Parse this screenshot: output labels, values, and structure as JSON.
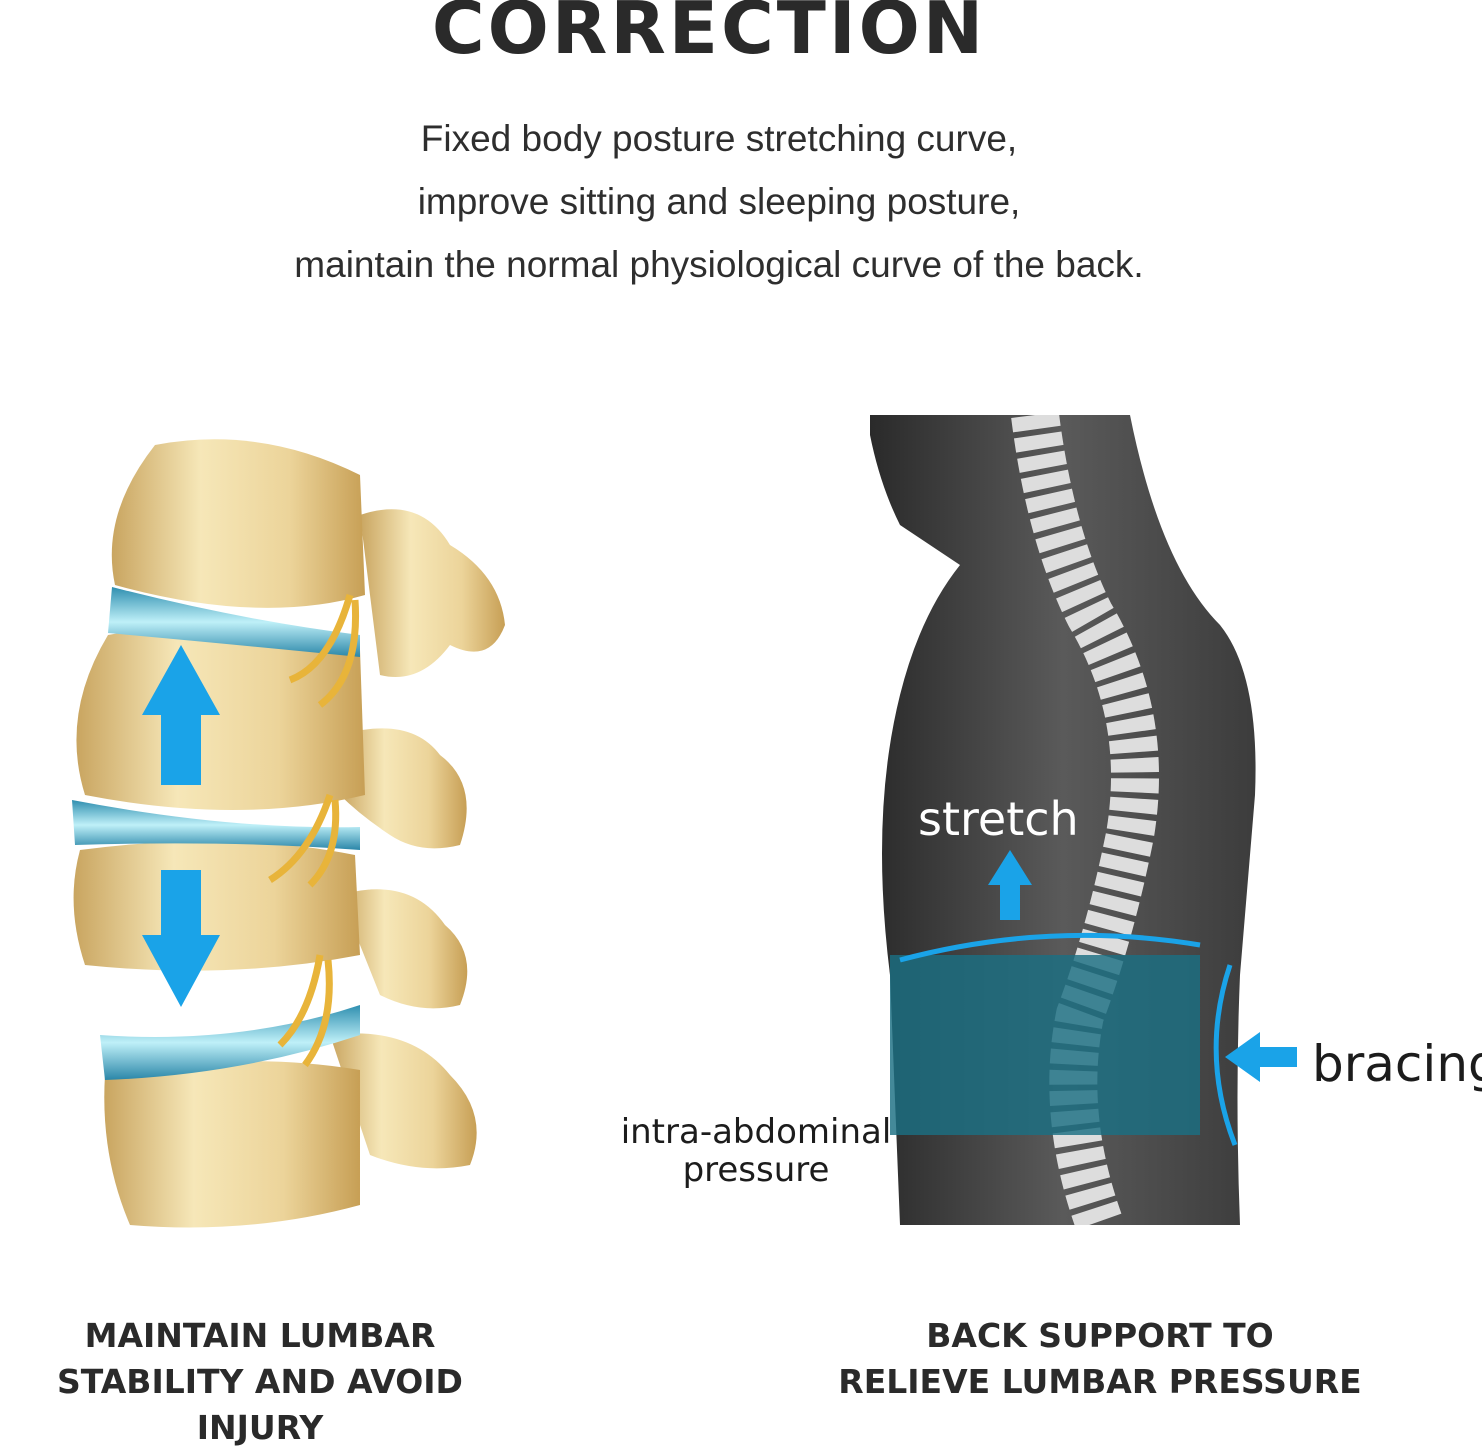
{
  "title": "CORRECTION",
  "description": [
    "Fixed body posture stretching curve,",
    "improve sitting and sleeping posture,",
    "maintain the normal physiological curve of the back."
  ],
  "labels": {
    "stretch": "stretch",
    "bracing": "bracing",
    "iap_line1": "intra-abdominal",
    "iap_line2": "pressure"
  },
  "captions": {
    "left_line1": "MAINTAIN LUMBAR",
    "left_line2": "STABILITY AND AVOID INJURY",
    "right_line1": "BACK SUPPORT TO",
    "right_line2": "RELIEVE LUMBAR PRESSURE"
  },
  "colors": {
    "accent_blue": "#1aa3e8",
    "bone": "#e8d29a",
    "disc": "#6cc6d8",
    "body": "#3a3a3a",
    "belt": "#1f6e80"
  },
  "icons": [
    "up-arrow-icon",
    "down-arrow-icon",
    "stretch-arrow-icon",
    "bracing-arrow-icon"
  ]
}
